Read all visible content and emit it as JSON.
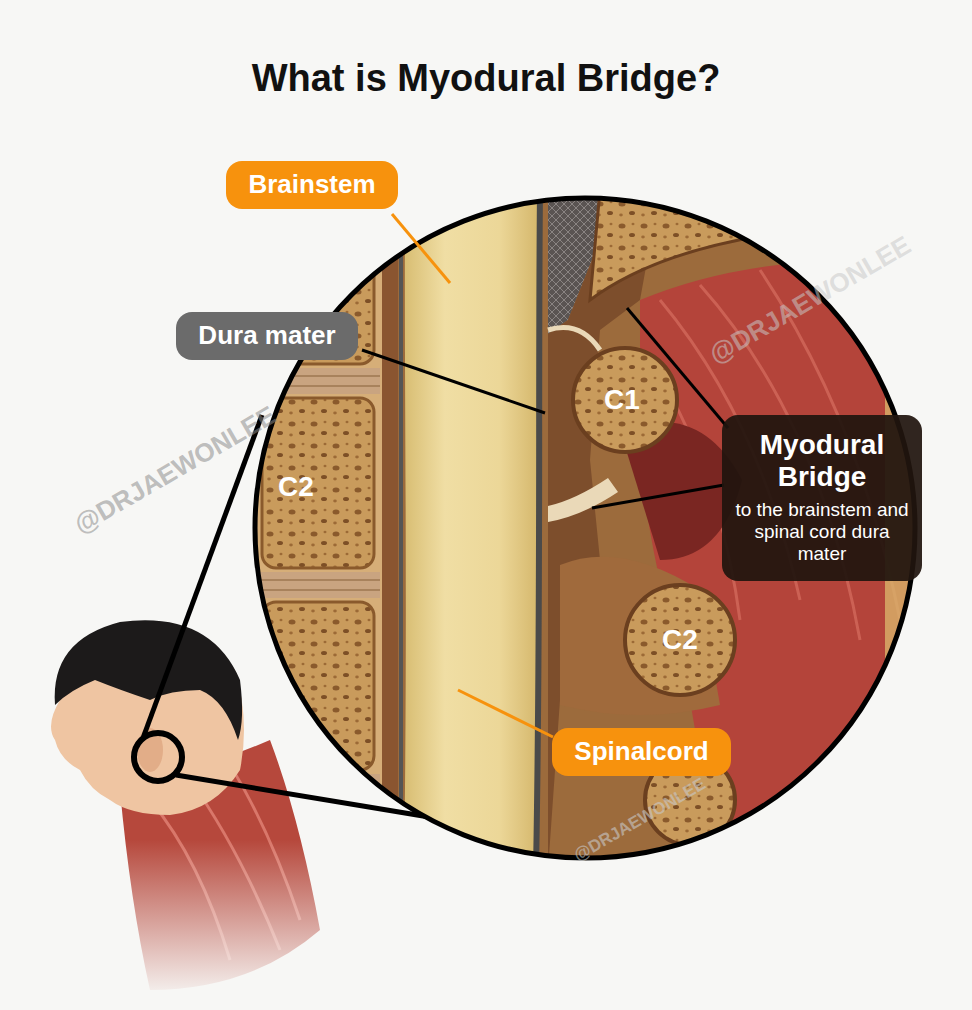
{
  "diagram": {
    "title": "What is Myodural Bridge?",
    "nodes": [
      {
        "text": [
          "Brainstem"
        ]
      },
      {
        "text": [
          "Dura mater"
        ]
      },
      {
        "text": [
          "Myodural Bridge",
          "to the brainstem and spinal cord dura mater"
        ]
      },
      {
        "text": [
          "Spinalcord"
        ]
      }
    ],
    "labels": [
      "C1",
      "C2",
      "C2",
      "@DRJAEWONLEE",
      "@DRJAEWONLEE",
      "@DRJAEWONLEE"
    ]
  }
}
